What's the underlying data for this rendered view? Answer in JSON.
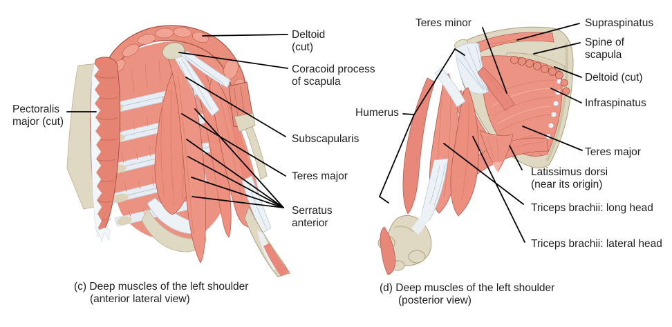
{
  "panel_c": {
    "caption": {
      "line1": "(c) Deep muscles of the left shoulder",
      "line2": "(anterior lateral view)"
    },
    "labels": {
      "pectoralis": {
        "line1": "Pectoralis",
        "line2": "major (cut)"
      },
      "deltoid": {
        "line1": "Deltoid",
        "line2": "(cut)"
      },
      "coracoid": {
        "line1": "Coracoid process",
        "line2": "of scapula"
      },
      "subscapularis": {
        "text": "Subscapularis"
      },
      "teres_major": {
        "text": "Teres major"
      },
      "serratus": {
        "line1": "Serratus",
        "line2": "anterior"
      }
    }
  },
  "panel_d": {
    "caption": {
      "line1": "(d) Deep muscles of the left shoulder",
      "line2": "(posterior view)"
    },
    "labels": {
      "teres_minor": {
        "text": "Teres minor"
      },
      "supraspinatus": {
        "text": "Supraspinatus"
      },
      "spine_of_scapula": {
        "line1": "Spine of",
        "line2": "scapula"
      },
      "deltoid": {
        "text": "Deltoid (cut)"
      },
      "infraspinatus": {
        "text": "Infraspinatus"
      },
      "humerus": {
        "text": "Humerus"
      },
      "teres_major": {
        "text": "Teres major"
      },
      "latissimus": {
        "line1": "Latissimus dorsi",
        "line2": "(near its origin)"
      },
      "triceps_long": {
        "text": "Triceps brachii: long head"
      },
      "triceps_lateral": {
        "text": "Triceps brachii: lateral head"
      }
    }
  },
  "colors": {
    "background": "#FFFFFF",
    "text": "#1E1E1E",
    "leader_line": "#000000",
    "muscle": "#EC9282",
    "muscle_light": "#F4AD9D",
    "muscle_dark": "#DE7E6D",
    "muscle_outline": "#A85243",
    "bone": "#DFD8C2",
    "tendon": "#EDF2F6",
    "tendon_line": "#B5C8D6"
  }
}
